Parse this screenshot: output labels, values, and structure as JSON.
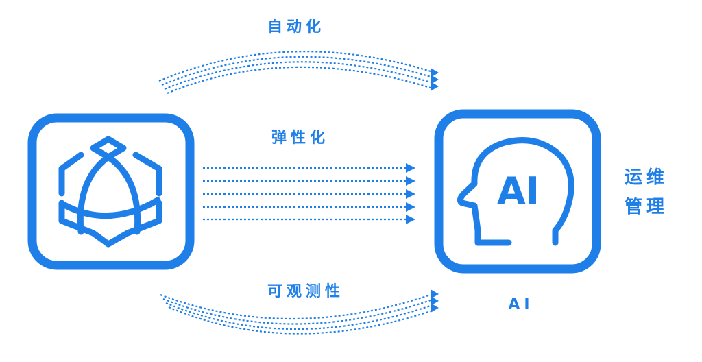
{
  "labels": {
    "top": "自动化",
    "middle": "弹性化",
    "bottom": "可观测性",
    "ops_line1": "运维",
    "ops_line2": "管理",
    "ai_caption": "AI",
    "ai_head_text": "AI"
  },
  "icons": {
    "left": "kubernetes-cube-icon",
    "right": "ai-head-icon"
  },
  "colors": {
    "accent": "#1f7fe8",
    "background": "#ffffff"
  }
}
